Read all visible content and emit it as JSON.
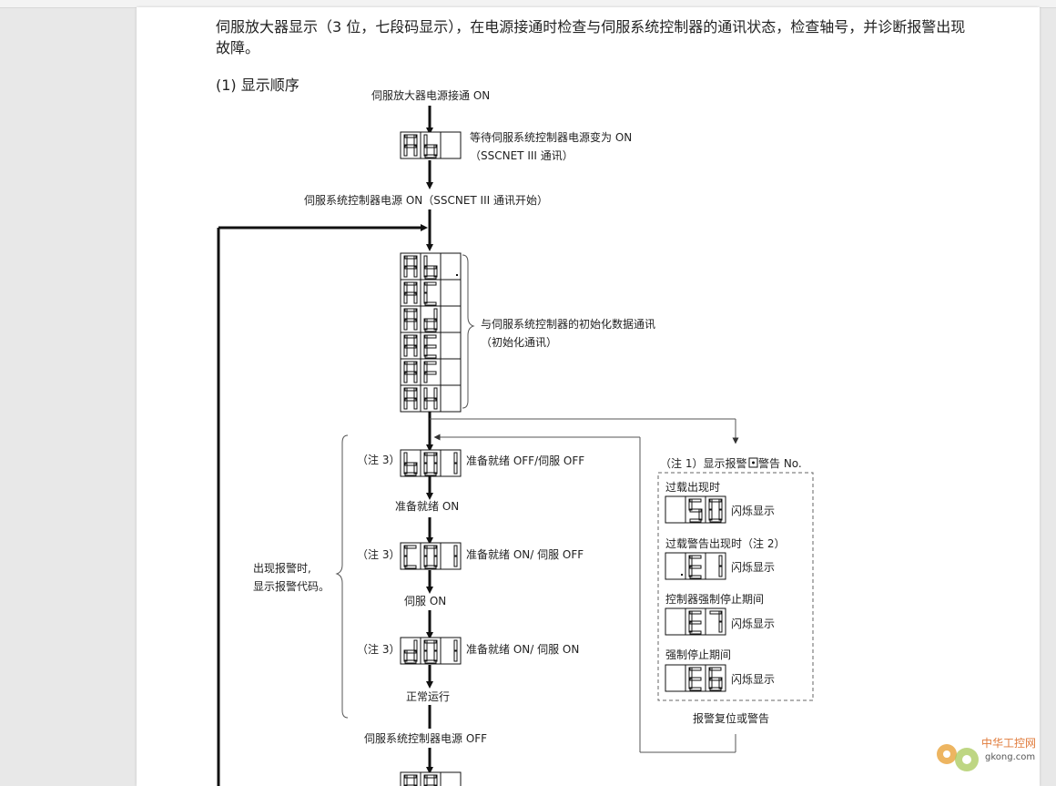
{
  "document": {
    "intro": "伺服放大器显示（3 位，七段码显示），在电源接通时检查与伺服系统控制器的通讯状态，检查轴号，并诊断报警出现故障。",
    "section_title": "(1) 显示顺序"
  },
  "flow": {
    "power_on": "伺服放大器电源接通 ON",
    "ab_desc_1": "等待伺服系统控制器电源变为 ON",
    "ab_desc_2": "（SSCNET III 通讯）",
    "controller_on": "伺服系统控制器电源 ON（SSCNET III 通讯开始）",
    "init_desc_1": "与伺服系统控制器的初始化数据通讯",
    "init_desc_2": "（初始化通讯）",
    "note3": "（注 3）",
    "b01_desc": "准备就绪 OFF/伺服 OFF",
    "ready_on": "准备就绪 ON",
    "c01_desc": "准备就绪 ON/ 伺服 OFF",
    "servo_on": "伺服 ON",
    "d01_desc": "准备就绪 ON/ 伺服 ON",
    "normal": "正常运行",
    "controller_off": "伺服系统控制器电源 OFF",
    "alarm_brace_1": "出现报警时,",
    "alarm_brace_2": "显示报警代码。",
    "note1": "（注 1）显示报警",
    "note1_b": "警告 No.",
    "overload": "过载出现时",
    "overload_warn": "过载警告出现时（注 2）",
    "forced_stop_ctrl": "控制器强制停止期间",
    "forced_stop": "强制停止期间",
    "flash": "闪烁显示",
    "reset": "报警复位或警告"
  },
  "displays": [
    {
      "name": "display-ab-wait",
      "chars": [
        "A",
        "b",
        ""
      ]
    },
    {
      "name": "display-ab-init",
      "chars": [
        "A",
        "b",
        "."
      ]
    },
    {
      "name": "display-ac",
      "chars": [
        "A",
        "C",
        ""
      ]
    },
    {
      "name": "display-ad",
      "chars": [
        "A",
        "d",
        ""
      ]
    },
    {
      "name": "display-ae",
      "chars": [
        "A",
        "E",
        ""
      ]
    },
    {
      "name": "display-af",
      "chars": [
        "A",
        "F",
        ""
      ]
    },
    {
      "name": "display-ah",
      "chars": [
        "A",
        "H",
        ""
      ]
    },
    {
      "name": "display-b01",
      "chars": [
        "b",
        "0",
        "1"
      ]
    },
    {
      "name": "display-c01",
      "chars": [
        "C",
        "0",
        "1"
      ]
    },
    {
      "name": "display-d01",
      "chars": [
        "d",
        "0",
        "1"
      ]
    },
    {
      "name": "display-50",
      "chars": [
        "",
        "5",
        "0"
      ]
    },
    {
      "name": "display-e1",
      "chars": [
        ".",
        "E",
        "1"
      ]
    },
    {
      "name": "display-e7",
      "chars": [
        "",
        "E",
        "7"
      ]
    },
    {
      "name": "display-e6",
      "chars": [
        "",
        "E",
        "6"
      ]
    },
    {
      "name": "display-aa",
      "chars": [
        "A",
        "A",
        ""
      ]
    }
  ],
  "watermark": {
    "brand": "中华工控网",
    "domain": "gkong.com"
  }
}
